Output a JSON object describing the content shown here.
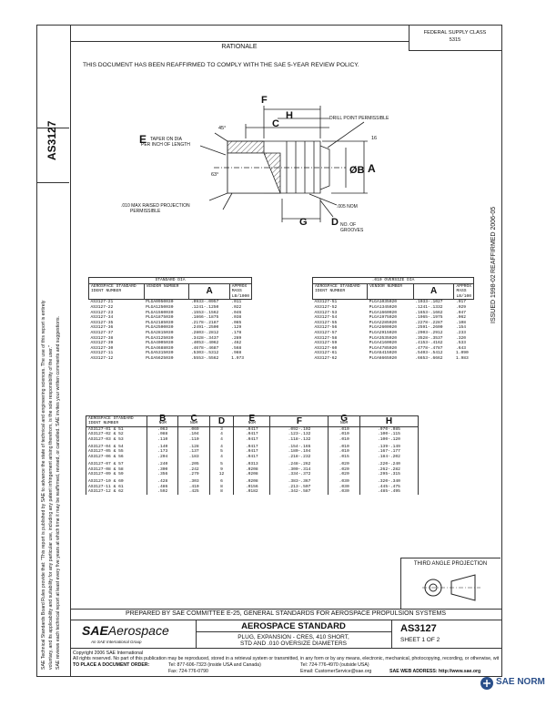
{
  "doc": {
    "number": "AS3127",
    "federal_supply_class": "FEDERAL SUPPLY CLASS",
    "fsc_code": "5315",
    "rationale_heading": "RATIONALE",
    "rationale_text": "THIS DOCUMENT HAS BEEN REAFFIRMED TO COMPLY WITH THE SAE 5-YEAR REVIEW POLICY.",
    "side_issued": "ISSUED 1998-02",
    "side_reaffirmed": "REAFFIRMED 2006-05",
    "left_notice_1": "SAE Technical Standards Board Rules provide that: \"This report is published by SAE to advance the state of technical and engineering sciences. The use of this report is entirely",
    "left_notice_2": "voluntary, and its applicability and suitability for any particular use, including any patent infringement arising therefrom, is the sole responsibility of the user.\"",
    "left_notice_3": "SAE reviews each technical report at least every five years at which time it may be reaffirmed, revised, or cancelled. SAE invites your written comments and suggestions."
  },
  "drawing": {
    "labels": {
      "F": "F",
      "H": "H",
      "C": "C",
      "A": "A",
      "B": "ØB",
      "E": "E",
      "G": "G",
      "D": "D",
      "deg45": "45°",
      "deg63": "63°",
      "r16": "16"
    },
    "notes": {
      "taper": "TAPER ON DIA",
      "taper2": "PER INCH OF LENGTH",
      "drill": "DRILL POINT PERMISSIBLE",
      "raised": ".010 MAX RAISED PROJECTION",
      "raised2": "PERMISSIBLE",
      "nom": ".005 NOM",
      "grooves": "NO. OF",
      "grooves2": "GROOVES"
    }
  },
  "std_table": {
    "title": "STANDARD DIA",
    "col_std": "AEROSPACE STANDARD IDENT NUMBER",
    "col_vendor": "VENDOR NUMBER",
    "col_a": "A",
    "col_mass": "APPROX MASS",
    "col_mass_unit": "LB/1000",
    "groups": [
      [
        [
          "AS3127-21",
          "PLGA0950030",
          ".0933-.0957",
          ".011"
        ],
        [
          "AS3127-22",
          "PLGA1250030",
          ".1241-.1250",
          ".022"
        ],
        [
          "AS3127-23",
          "PLGA1560030",
          ".1553-.1562",
          ".046"
        ]
      ],
      [
        [
          "AS3127-34",
          "PLGA1875030",
          ".1866-.1875",
          ".038"
        ],
        [
          "AS3127-35",
          "PLGA2185030",
          ".2178-.2187",
          ".085"
        ],
        [
          "AS3127-36",
          "PLGA2500030",
          ".2491-.2500",
          ".129"
        ]
      ],
      [
        [
          "AS3127-37",
          "PLGA2815030",
          ".2803-.2812",
          ".178"
        ],
        [
          "AS3127-38",
          "PLGA3125030",
          ".3428-.3437",
          ".289"
        ],
        [
          "AS3127-39",
          "PLGA4005030",
          ".4053-.4062",
          ".462"
        ]
      ],
      [
        [
          "AS3127-30",
          "PLGA4688030",
          ".4678-.4687",
          ".568"
        ],
        [
          "AS3127-11",
          "PLGA5315030",
          ".5303-.5312",
          ".988"
        ],
        [
          "AS3127-12",
          "PLGA5625030",
          ".5553-.5562",
          "1.973"
        ]
      ]
    ]
  },
  "os_table": {
    "title": ".010 OVERSIZE DIA",
    "col_std": "AEROSPACE STANDARD IDENT NUMBER",
    "col_vendor": "VENDOR NUMBER",
    "col_a": "A",
    "col_mass": "APPROX MASS",
    "col_mass_unit": "LB/100",
    "groups": [
      [
        [
          "AS3127-51",
          "PLGA1035020",
          ".1033-.1027",
          ".017"
        ],
        [
          "AS3127-52",
          "PLGA1345020",
          ".1241-.1332",
          ".029"
        ],
        [
          "AS3127-53",
          "PLGA1660020",
          ".1653-.1662",
          ".047"
        ]
      ],
      [
        [
          "AS3127-54",
          "PLGA1975020",
          ".1965-.1975",
          ".062"
        ],
        [
          "AS3127-55",
          "PLGA2285020",
          ".2278-.2287",
          ".108"
        ],
        [
          "AS3127-56",
          "PLGA2600020",
          ".2591-.2600",
          ".154"
        ]
      ],
      [
        [
          "AS3127-57",
          "PLGA2915020",
          ".2903-.2912",
          ".233"
        ],
        [
          "AS3127-58",
          "PLGA3535020",
          ".3528-.3537",
          ".320"
        ],
        [
          "AS3127-59",
          "PLGA4160020",
          ".4153-.4162",
          ".533"
        ]
      ],
      [
        [
          "AS3127-60",
          "PLGA4785020",
          ".4778-.4787",
          ".643"
        ],
        [
          "AS3127-61",
          "PLGA5415020",
          ".5403-.5412",
          "1.090"
        ],
        [
          "AS3127-62",
          "PLGA6665020",
          ".6653-.6662",
          "1.983"
        ]
      ]
    ]
  },
  "dim_table": {
    "col_std": "AEROSPACE STANDARD IDENT NUMBER",
    "cols": [
      {
        "letter": "B",
        "sub": "NOM"
      },
      {
        "letter": "C",
        "sub": "NOM"
      },
      {
        "letter": "D",
        "sub": ""
      },
      {
        "letter": "E",
        "sub": "NOM"
      },
      {
        "letter": "F",
        "sub": ""
      },
      {
        "letter": "G",
        "sub": "NOM"
      },
      {
        "letter": "H",
        "sub": ""
      }
    ],
    "groups": [
      [
        [
          "AS3127-01 & 51",
          ".063",
          ".069",
          "3",
          ".0417",
          ".092-.102",
          ".010",
          ".070-.085"
        ],
        [
          "AS3127-02 & 52",
          ".088",
          ".104",
          "4",
          ".0417",
          ".123-.132",
          ".010",
          ".100-.115"
        ],
        [
          "AS3127-03 & 53",
          ".110",
          ".110",
          "4",
          ".0417",
          ".118-.132",
          ".010",
          ".100-.120"
        ]
      ],
      [
        [
          "AS3127-04 & 54",
          ".140",
          ".128",
          "4",
          ".0417",
          ".154-.165",
          ".010",
          ".139-.149"
        ],
        [
          "AS3127-05 & 55",
          ".173",
          ".137",
          "5",
          ".0417",
          ".180-.194",
          ".010",
          ".167-.177"
        ],
        [
          "AS3127-06 & 56",
          ".204",
          ".183",
          "4",
          ".0417",
          ".218-.232",
          ".015",
          ".184-.202"
        ]
      ],
      [
        [
          "AS3127-07 & 57",
          ".240",
          ".205",
          "5",
          ".0313",
          ".248-.262",
          ".020",
          ".220-.240"
        ],
        [
          "AS3127-08 & 58",
          ".300",
          ".242",
          "9",
          ".0208",
          ".300-.314",
          ".020",
          ".262-.282"
        ],
        [
          "AS3127-09 & 59",
          ".356",
          ".279",
          "12",
          ".0208",
          ".334-.372",
          ".020",
          ".295-.315"
        ]
      ],
      [
        [
          "AS3127-10 & 60",
          ".428",
          ".303",
          "6",
          ".0208",
          ".383-.367",
          ".030",
          ".320-.340"
        ],
        [
          "AS3127-11 & 61",
          ".486",
          ".410",
          "8",
          ".0156",
          ".213-.507",
          ".030",
          ".445-.475"
        ],
        [
          "AS3127-12 & 62",
          ".592",
          ".425",
          "8",
          ".0182",
          ".342-.587",
          ".030",
          ".485-.495"
        ]
      ]
    ]
  },
  "projection": {
    "label": "THIRD ANGLE PROJECTION"
  },
  "prepared_by": "PREPARED BY SAE COMMITTEE E-25, GENERAL STANDARDS FOR AEROSPACE PROPULSION SYSTEMS",
  "title_block": {
    "logo_sae": "SAE",
    "logo_aero": "Aerospace",
    "logo_tag": "An SAE International Group",
    "heading": "AEROSPACE STANDARD",
    "desc1": "PLUG, EXPANSION - CRES, 410 SHORT,",
    "desc2": "STD AND .010 OVERSIZE DIAMETERS",
    "number": "AS3127",
    "sheet": "SHEET 1 OF 2"
  },
  "footer": {
    "copyright": "Copyright 2006 SAE International",
    "rights": "All rights reserved. No part of this publication may be reproduced, stored in a retrieval system or transmitted, in any form or by any means, electronic, mechanical, photocopying, recording, or otherwise, without the prior written permission of SAE.",
    "order_label": "TO PLACE A DOCUMENT ORDER:",
    "tel1": "Tel: 877-606-7323 (inside USA and Canada)",
    "tel2": "Tel: 724-776-4970 (outside USA)",
    "fax": "Fax: 724-776-0790",
    "email": "Email: CustomerService@sae.org",
    "web": "SAE WEB ADDRESS: http://www.sae.org"
  },
  "watermark": "SAE NORM"
}
